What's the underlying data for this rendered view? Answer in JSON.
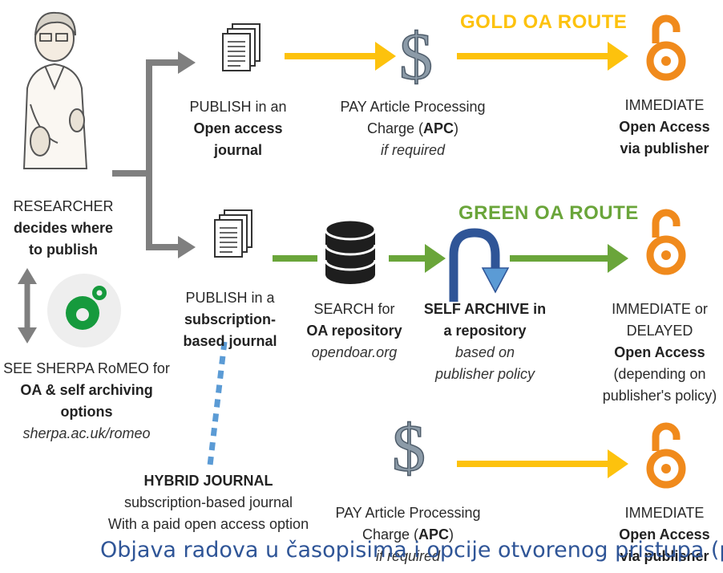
{
  "routes": {
    "gold": "GOLD OA ROUTE",
    "green": "GREEN OA ROUTE"
  },
  "researcher": {
    "line1": "RESEARCHER",
    "line2": "decides where",
    "line3": "to publish"
  },
  "sherpa": {
    "line1": "SEE SHERPA RoMEO for",
    "line2": "OA & self archiving",
    "line3": "options",
    "line4": "sherpa.ac.uk/romeo"
  },
  "publish_oa": {
    "line1": "PUBLISH in an",
    "line2": "Open access",
    "line3": "journal"
  },
  "publish_sub": {
    "line1": "PUBLISH in a",
    "line2": "subscription-",
    "line3": "based journal"
  },
  "apc_top": {
    "line1": "PAY Article Processing",
    "line2a": "Charge (",
    "line2b": "APC",
    "line2c": ")",
    "line3": "if required"
  },
  "apc_bottom": {
    "line1": "PAY Article Processing",
    "line2a": "Charge (",
    "line2b": "APC",
    "line2c": ")",
    "line3": "if required"
  },
  "search": {
    "line1": "SEARCH for",
    "line2": "OA repository",
    "line3": "opendoar.org"
  },
  "self_archive": {
    "line1": "SELF ARCHIVE in",
    "line2": "a repository",
    "line3": "based on",
    "line4": "publisher policy"
  },
  "immediate_top": {
    "line1": "IMMEDIATE",
    "line2": "Open Access",
    "line3": "via publisher"
  },
  "immediate_green": {
    "line1": "IMMEDIATE or",
    "line2": "DELAYED",
    "line3": "Open Access",
    "line4": "(depending on",
    "line5": "publisher's policy)"
  },
  "immediate_bottom": {
    "line1": "IMMEDIATE",
    "line2": "Open Access",
    "line3": "via publisher"
  },
  "hybrid": {
    "line1": "HYBRID JOURNAL",
    "line2": "subscription-based journal",
    "line3": "With a paid open access option"
  },
  "caption": "Objava radova u časopisima i opcije otvorenog pristupa (preuzeto",
  "colors": {
    "gold": "#fdc20d",
    "green": "#6aa53a",
    "gray": "#7f7f7f",
    "oa_orange": "#f08a1c",
    "dotted_blue": "#5b9bd5",
    "caption": "#2f5597"
  }
}
